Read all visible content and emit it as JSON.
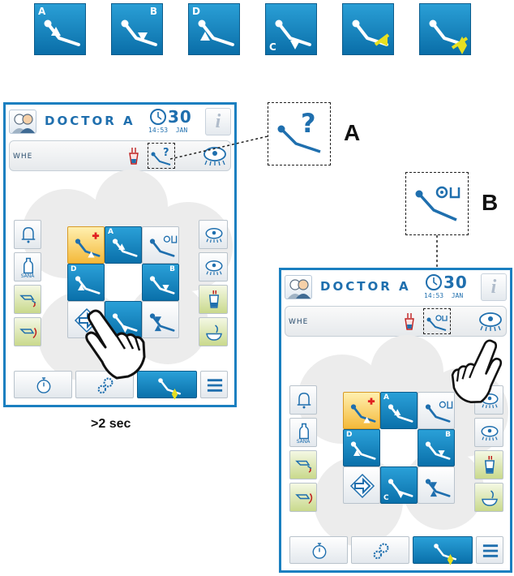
{
  "top_tiles": [
    {
      "id": "tile-a",
      "label": "A",
      "label_pos": "tl",
      "arrow": "up"
    },
    {
      "id": "tile-b",
      "label": "B",
      "label_pos": "tr",
      "arrow": "down"
    },
    {
      "id": "tile-d",
      "label": "D",
      "label_pos": "tl",
      "arrow": "up-left"
    },
    {
      "id": "tile-c",
      "label": "C",
      "label_pos": "bl",
      "arrow": "down-right"
    },
    {
      "id": "tile-yellow-1",
      "label": "",
      "label_pos": "",
      "arrow": "yellow-left"
    },
    {
      "id": "tile-yellow-2",
      "label": "",
      "label_pos": "",
      "arrow": "yellow-double"
    }
  ],
  "screen_a": {
    "doctor": "DOCTOR A",
    "date_day": "30",
    "time": "14:53",
    "month": "JAN",
    "info": "i",
    "user": "WHE"
  },
  "screen_b": {
    "doctor": "DOCTOR A",
    "date_day": "30",
    "time": "14:53",
    "month": "JAN",
    "info": "i",
    "user": "WHE"
  },
  "left_column": [
    {
      "name": "bell-button",
      "icon": "bell-icon",
      "style": "white",
      "text": ""
    },
    {
      "name": "sana-button",
      "icon": "bottle-icon",
      "style": "white",
      "text": "SANA"
    },
    {
      "name": "rinse-button",
      "icon": "chair-rinse-icon",
      "style": "green",
      "text": ""
    },
    {
      "name": "return-button",
      "icon": "chair-return-icon",
      "style": "green",
      "text": ""
    }
  ],
  "right_column": [
    {
      "name": "lamp-button",
      "icon": "lamp-icon",
      "style": "white"
    },
    {
      "name": "lamp-2-button",
      "icon": "lamp-icon",
      "style": "white"
    },
    {
      "name": "cup-button",
      "icon": "cup-icon",
      "style": "green"
    },
    {
      "name": "bowl-button",
      "icon": "bowl-rinse-icon",
      "style": "green"
    }
  ],
  "grid": {
    "row1": [
      {
        "name": "add-position-button",
        "icon": "chair-plus-icon",
        "style": "orange",
        "letter": ""
      },
      {
        "name": "position-a-button",
        "icon": "chair-a-icon",
        "style": "blue",
        "letter": "A"
      },
      {
        "name": "position-special-button",
        "icon": "chair-special-icon",
        "style": "white",
        "letter": ""
      }
    ],
    "row2": [
      {
        "name": "position-d-button",
        "icon": "chair-d-icon",
        "style": "blue",
        "letter": "D"
      },
      {
        "name": "position-b-button",
        "icon": "chair-b-icon",
        "style": "blue",
        "letter": "B"
      }
    ],
    "row3": [
      {
        "name": "enter-button",
        "icon": "arrow-right-icon",
        "style": "white",
        "letter": ""
      },
      {
        "name": "position-c-button",
        "icon": "chair-c-icon",
        "style": "blue",
        "letter": "C"
      },
      {
        "name": "position-last-button",
        "icon": "chair-last-icon",
        "style": "white",
        "letter": ""
      }
    ]
  },
  "bottom_bar": [
    {
      "name": "timer-button",
      "icon": "stopwatch-icon",
      "style": "white"
    },
    {
      "name": "settings-button",
      "icon": "gears-icon",
      "style": "white"
    },
    {
      "name": "chair-mode-button",
      "icon": "chair-yellow-icon",
      "style": "blue"
    },
    {
      "name": "menu-button",
      "icon": "hamburger-icon",
      "style": "white"
    }
  ],
  "callouts": {
    "a_label": "A",
    "b_label": "B"
  },
  "caption": ">2 sec",
  "colors": {
    "accent": "#1a7fc0",
    "tile_blue": "#1284c2",
    "yellow": "#e8e020",
    "red": "#e02020",
    "green_btn": "#c9d98c"
  }
}
